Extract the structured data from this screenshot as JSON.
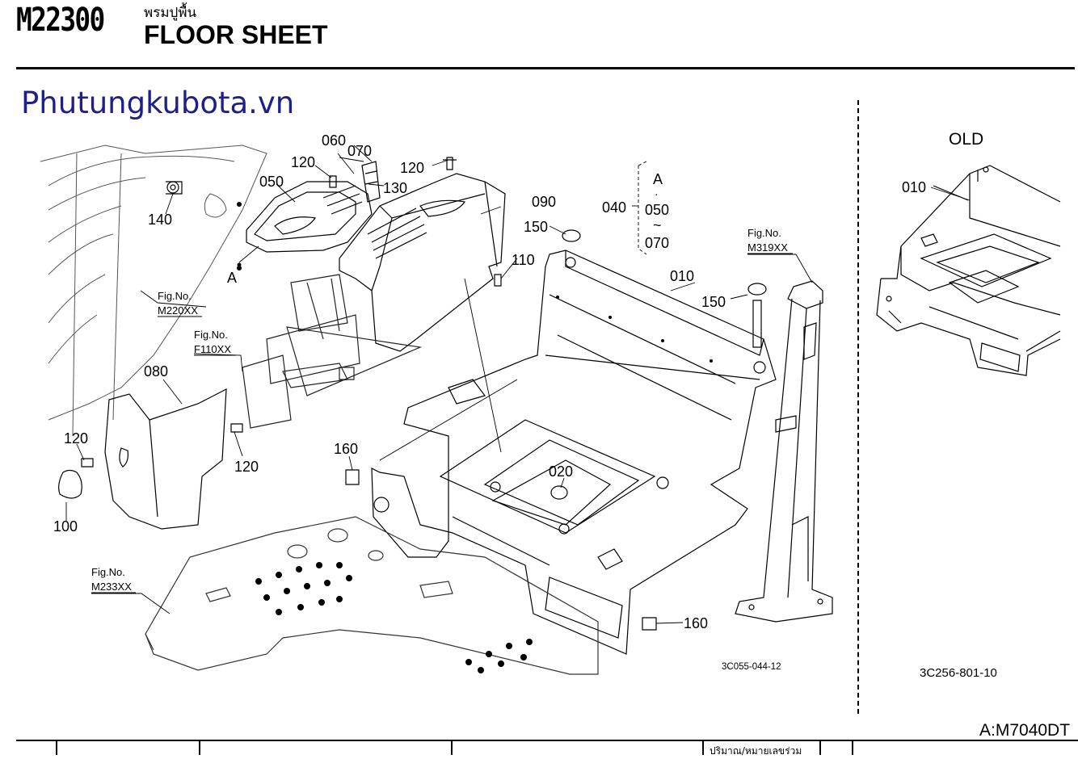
{
  "header": {
    "code": "M22300",
    "title_th": "พรมปูพื้น",
    "title_en": "FLOOR SHEET"
  },
  "watermark": "Phutungkubota.vn",
  "diagram": {
    "part_labels": {
      "p010": "010",
      "p020": "020",
      "p050": "050",
      "p060": "060",
      "p070": "070",
      "p080": "080",
      "p090": "090",
      "p100": "100",
      "p110": "110",
      "p120a": "120",
      "p120b": "120",
      "p120c": "120",
      "p120d": "120",
      "p130": "130",
      "p140": "140",
      "p150a": "150",
      "p150b": "150",
      "p160a": "160",
      "p160b": "160"
    },
    "kit": {
      "number": "040",
      "items": [
        "A",
        "·",
        "050",
        "~",
        "070"
      ]
    },
    "marker_a": "A",
    "fig_refs": [
      {
        "label": "Fig.No.",
        "no": "M220XX"
      },
      {
        "label": "Fig.No.",
        "no": "F110XX"
      },
      {
        "label": "Fig.No.",
        "no": "M233XX"
      },
      {
        "label": "Fig.No.",
        "no": "M319XX"
      }
    ],
    "drawing_no": "3C055-044-12"
  },
  "old_panel": {
    "title": "OLD",
    "part": "010",
    "drawing_no": "3C256-801-10"
  },
  "footer": {
    "ref": "A:M7040DT",
    "qty_header": "ปริมาณ/หมายเลขร่วม"
  }
}
